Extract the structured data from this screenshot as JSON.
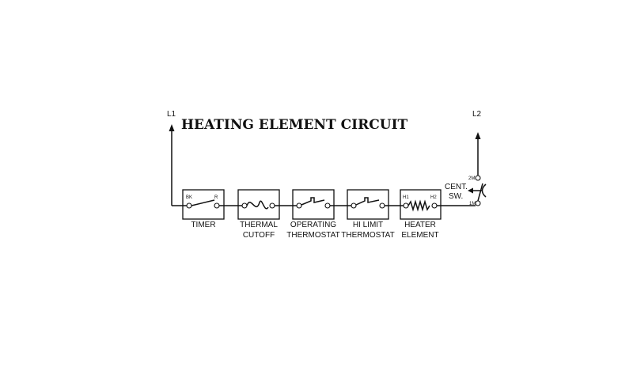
{
  "title": "HEATING ELEMENT CIRCUIT",
  "terminals": {
    "left": "L1",
    "right": "L2"
  },
  "components": [
    {
      "id": "timer",
      "lines": [
        "TIMER",
        ""
      ],
      "pins": [
        "BK",
        "R"
      ]
    },
    {
      "id": "thermal-cutoff",
      "lines": [
        "THERMAL",
        "CUTOFF"
      ],
      "pins": [
        "",
        ""
      ]
    },
    {
      "id": "operating-thermostat",
      "lines": [
        "OPERATING",
        "THERMOSTAT"
      ],
      "pins": [
        "",
        ""
      ]
    },
    {
      "id": "hi-limit-thermostat",
      "lines": [
        "HI LIMIT",
        "THERMOSTAT"
      ],
      "pins": [
        "",
        ""
      ]
    },
    {
      "id": "heater-element",
      "lines": [
        "HEATER",
        "ELEMENT"
      ],
      "pins": [
        "H1",
        "H2"
      ]
    }
  ],
  "switch": {
    "label_line1": "CENT.",
    "label_line2": "SW.",
    "pin_top": "2M",
    "pin_bottom": "1M"
  }
}
